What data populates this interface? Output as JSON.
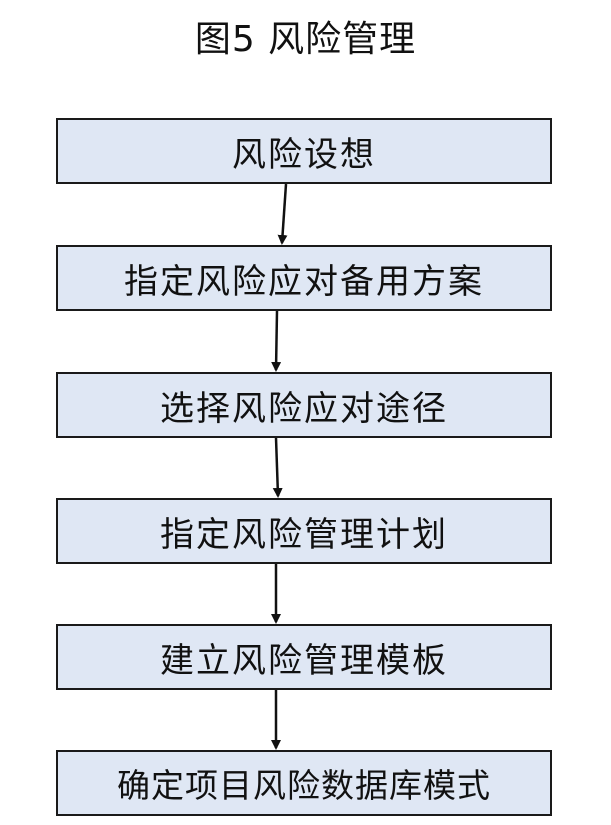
{
  "title": "图5  风险管理",
  "steps": [
    "风险设想",
    "指定风险应对备用方案",
    "选择风险应对途径",
    "指定风险管理计划",
    "建立风险管理模板",
    "确定项目风险数据库模式"
  ],
  "colors": {
    "box_fill": "#dfe7f4",
    "box_border": "#1a1a1a",
    "arrow": "#111111"
  }
}
